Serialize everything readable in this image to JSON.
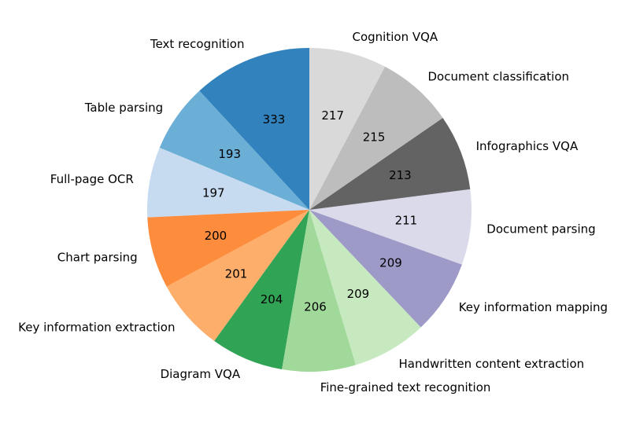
{
  "chart_data": {
    "type": "pie",
    "start_angle_deg": 90,
    "direction": "counterclockwise",
    "slices": [
      {
        "label": "Text recognition",
        "value": 333,
        "color": "#3182bd"
      },
      {
        "label": "Table parsing",
        "value": 193,
        "color": "#6baed6"
      },
      {
        "label": "Full-page OCR",
        "value": 197,
        "color": "#c6dbef"
      },
      {
        "label": "Chart parsing",
        "value": 200,
        "color": "#fd8d3c"
      },
      {
        "label": "Key information extraction",
        "value": 201,
        "color": "#fdae6b"
      },
      {
        "label": "Diagram VQA",
        "value": 204,
        "color": "#31a354"
      },
      {
        "label": "Fine-grained text recognition",
        "value": 206,
        "color": "#a1d99b"
      },
      {
        "label": "Handwritten content extraction",
        "value": 209,
        "color": "#c7e9c0"
      },
      {
        "label": "Key information mapping",
        "value": 209,
        "color": "#9e9ac8"
      },
      {
        "label": "Document parsing",
        "value": 211,
        "color": "#dadaeb"
      },
      {
        "label": "Infographics VQA",
        "value": 213,
        "color": "#636363"
      },
      {
        "label": "Document classification",
        "value": 215,
        "color": "#bdbdbd"
      },
      {
        "label": "Cognition VQA",
        "value": 217,
        "color": "#d9d9d9"
      }
    ]
  }
}
